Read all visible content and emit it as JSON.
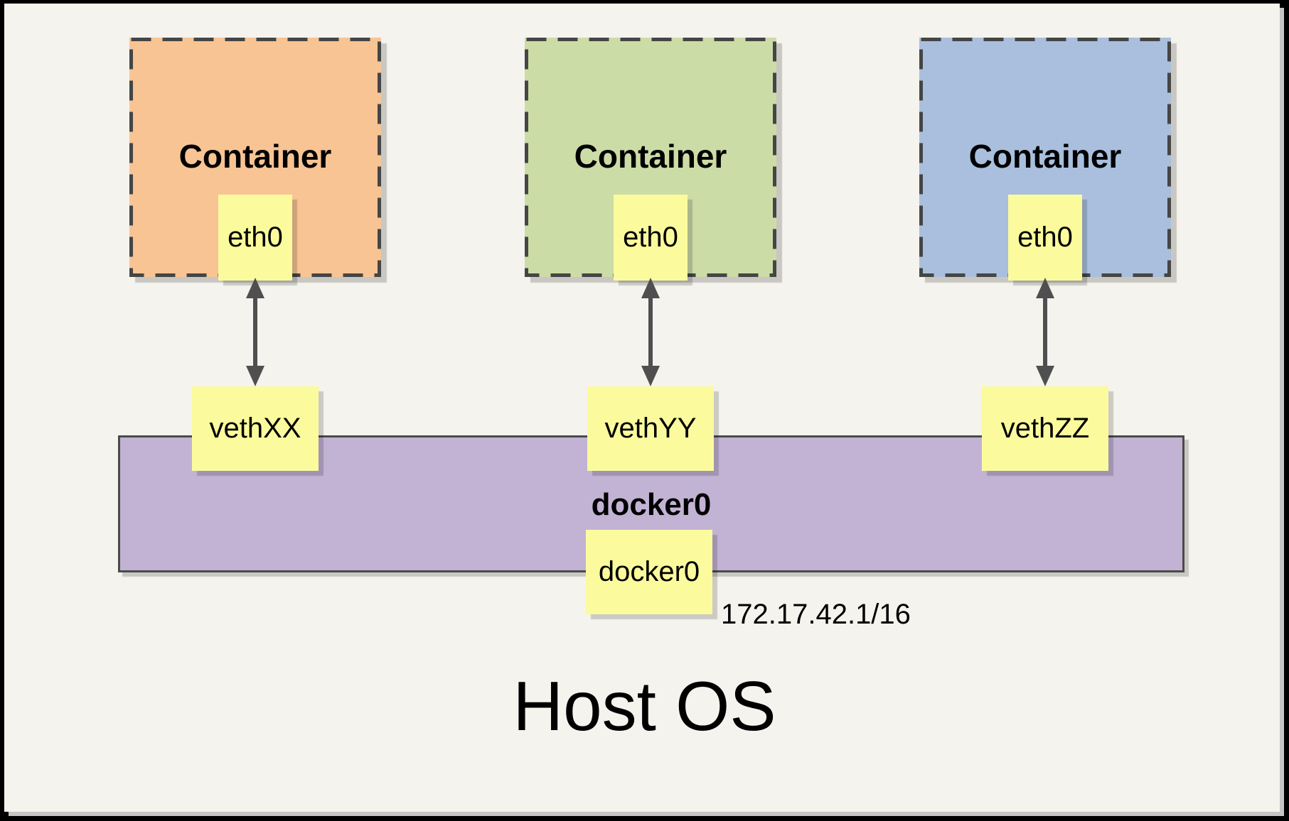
{
  "frame": {
    "border_color": "#000000",
    "panel_background": "#F4F3ED",
    "panel_shadow": "#C5C5C5"
  },
  "diagram": {
    "containers": [
      {
        "label": "Container",
        "interface_label": "eth0",
        "veth_label": "vethXX",
        "fill": "#F8C494"
      },
      {
        "label": "Container",
        "interface_label": "eth0",
        "veth_label": "vethYY",
        "fill": "#CCDCA6"
      },
      {
        "label": "Container",
        "interface_label": "eth0",
        "veth_label": "vethZZ",
        "fill": "#A9BFDD"
      }
    ],
    "bridge": {
      "name": "docker0",
      "interface_label": "docker0",
      "ip": "172.17.42.1/16",
      "fill": "#C2B3D5"
    },
    "host": {
      "label": "Host OS"
    },
    "links": [
      {
        "from": "eth0",
        "to": "vethXX",
        "type": "bidirectional"
      },
      {
        "from": "eth0",
        "to": "vethYY",
        "type": "bidirectional"
      },
      {
        "from": "eth0",
        "to": "vethZZ",
        "type": "bidirectional"
      }
    ],
    "colors": {
      "note_fill": "#FBFB9D",
      "dash_border": "#454545",
      "arrow": "#4F4F4F"
    }
  }
}
